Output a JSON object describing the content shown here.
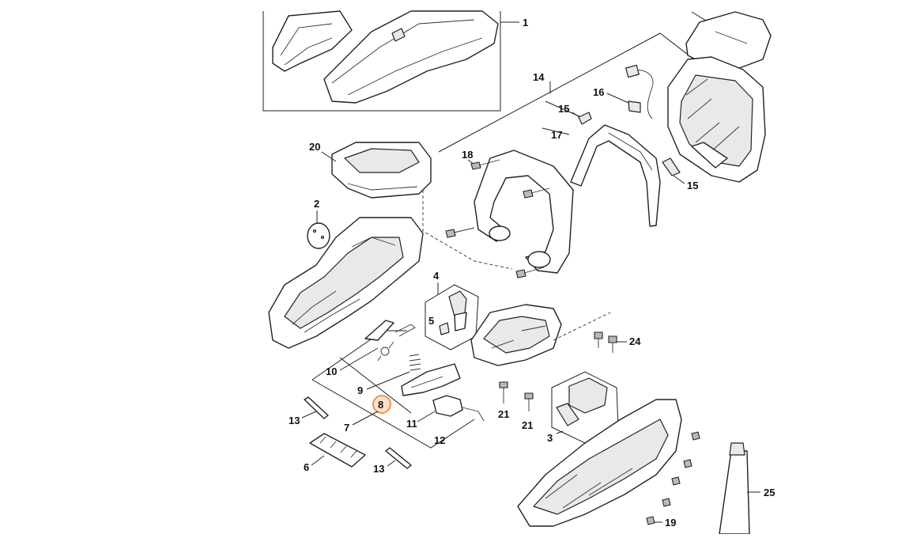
{
  "diagram": {
    "callouts": {
      "c1": "1",
      "c2": "2",
      "c3": "3",
      "c4": "4",
      "c5": "5",
      "c6": "6",
      "c7": "7",
      "c8": "8",
      "c9": "9",
      "c10": "10",
      "c11": "11",
      "c12": "12",
      "c13a": "13",
      "c13b": "13",
      "c14": "14",
      "c15a": "15",
      "c15b": "15",
      "c16": "16",
      "c17": "17",
      "c18": "18",
      "c19": "19",
      "c20": "20",
      "c21a": "21",
      "c21b": "21",
      "c24": "24",
      "c25": "25"
    },
    "highlighted_callout": "8",
    "highlight_color": "#f08a3c",
    "highlight_fill": "#fde0c8"
  }
}
